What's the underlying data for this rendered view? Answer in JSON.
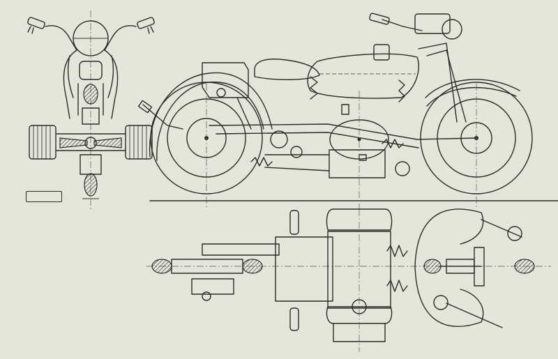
{
  "drawing": {
    "tag_label": "",
    "views": [
      "front-view",
      "side-view",
      "top-view"
    ]
  },
  "colors": {
    "paper": "#e6e5da",
    "ink": "#2a2a2a"
  }
}
